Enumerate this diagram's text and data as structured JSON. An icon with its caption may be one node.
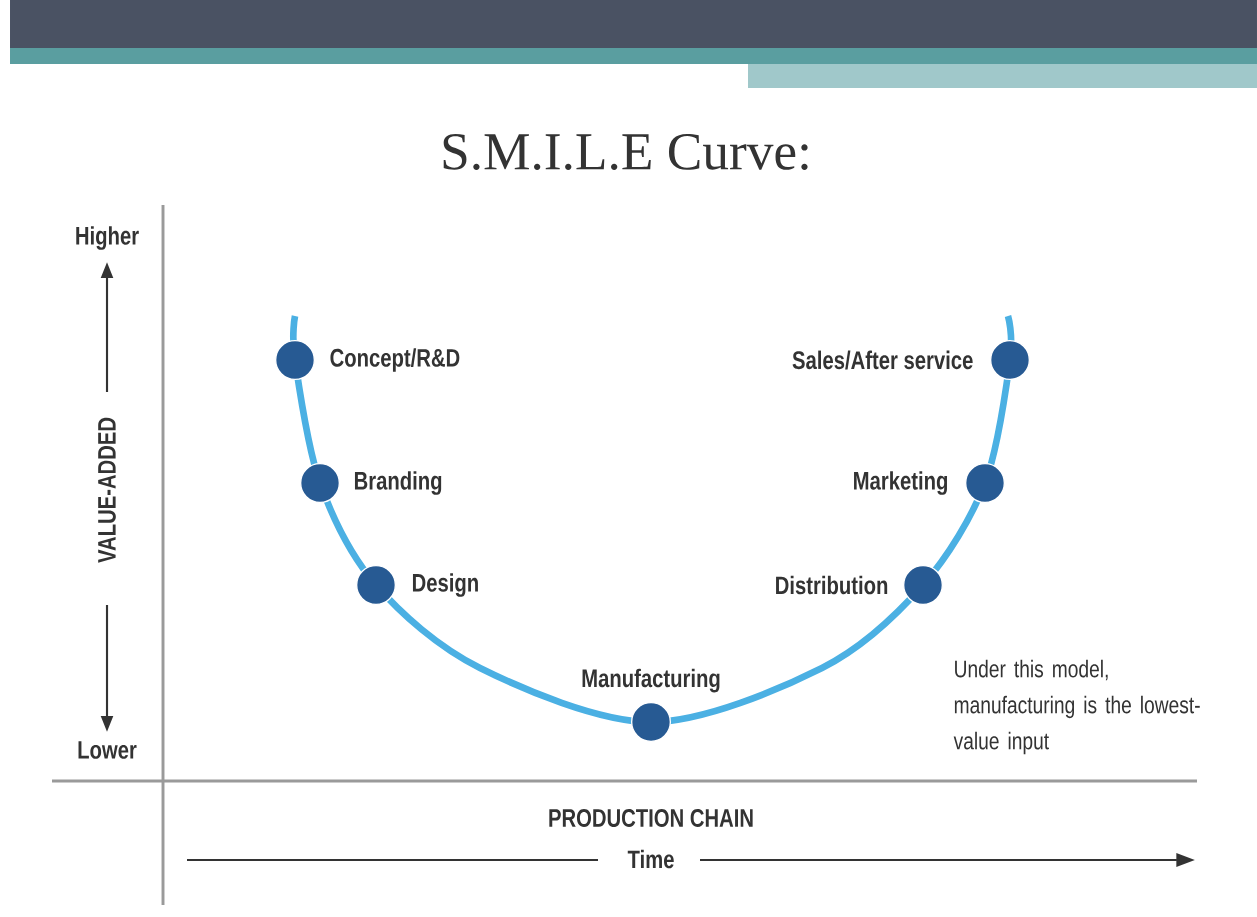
{
  "diagram": {
    "title": "S.M.I.L.E Curve:",
    "nodes": [
      {
        "text": [],
        "shape": "circle",
        "beside": [
          "Concept/R&D"
        ]
      },
      {
        "text": [],
        "shape": "circle",
        "beside": [
          "Branding"
        ]
      },
      {
        "text": [],
        "shape": "circle",
        "beside": [
          "Design"
        ]
      },
      {
        "text": [],
        "shape": "circle",
        "beside": [
          "Manufacturing"
        ]
      },
      {
        "text": [],
        "shape": "circle",
        "beside": [
          "Distribution"
        ]
      },
      {
        "text": [],
        "shape": "circle",
        "beside": [
          "Marketing"
        ]
      },
      {
        "text": [],
        "shape": "circle",
        "beside": [
          "Sales/After service"
        ]
      }
    ],
    "labels": [
      "Higher",
      "VALUE-ADDED",
      "Lower",
      "Under this model, manufacturing is the lowest-value input",
      "PRODUCTION CHAIN",
      "Time"
    ]
  }
}
